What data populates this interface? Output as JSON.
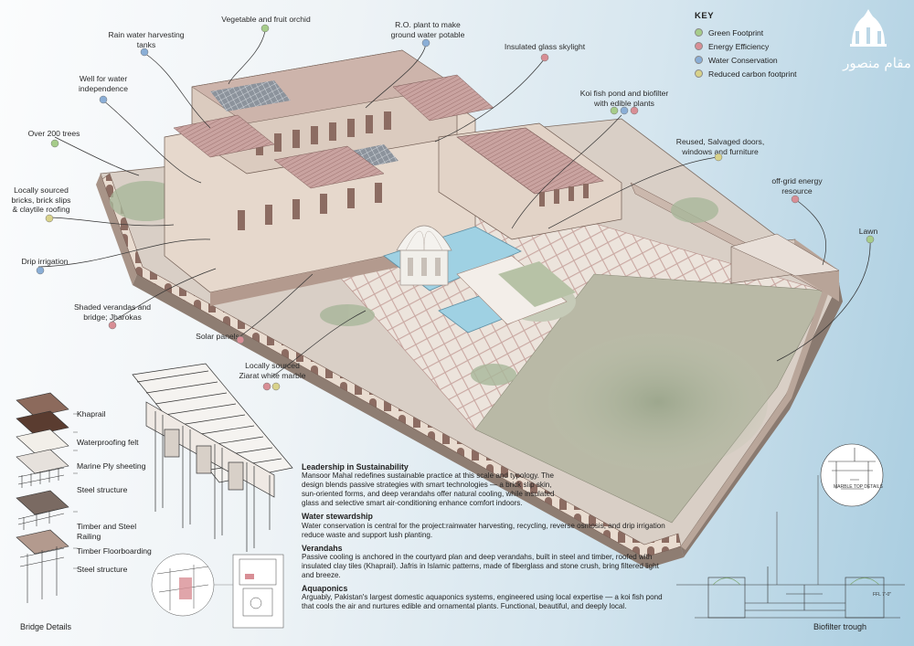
{
  "colors": {
    "green": "#a6cc8a",
    "red": "#d88e95",
    "blue": "#8aaed6",
    "yellow": "#d8d28a"
  },
  "key": {
    "title": "KEY",
    "items": [
      {
        "label": "Green Footprint",
        "color": "#a6cc8a"
      },
      {
        "label": "Energy Efficiency",
        "color": "#d88e95"
      },
      {
        "label": "Water Conservation",
        "color": "#8aaed6"
      },
      {
        "label": "Reduced carbon footprint",
        "color": "#d8d28a"
      }
    ]
  },
  "logo": {
    "text": "مقام منصور",
    "icon": "domed-pavilion-logo-icon"
  },
  "callouts": {
    "orchid": "Vegetable and fruit orchid",
    "ro_plant": "R.O. plant to make\nground water potable",
    "rain": "Rain water harvesting\ntanks",
    "skylight": "Insulated glass skylight",
    "well": "Well for water\nindependence",
    "koi": "Koi fish pond and biofilter\nwith edible plants",
    "trees": "Over 200 trees",
    "reused": "Reused, Salvaged doors,\nwindows and furniture",
    "bricks": "Locally sourced\nbricks, brick slips\n& claytile roofing",
    "offgrid": "off-grid energy\nresource",
    "lawn": "Lawn",
    "drip": "Drip irrigation",
    "verandas": "Shaded verandas and\nbridge; Jharokas",
    "solar": "Solar panels",
    "marble": "Locally sourced\nZiarat white marble"
  },
  "bridge_layers": [
    "Khaprail",
    "Waterproofing felt",
    "Marine Ply sheeting",
    "Steel structure",
    "Timber and Steel\nRailing",
    "Timber Floorboarding",
    "Steel structure"
  ],
  "captions": {
    "bridge": "Bridge Details",
    "biofilter": "Biofilter trough",
    "marble_top": "MARBLE TOP DETAILS",
    "ffl": "FFL 7'-0\""
  },
  "sections": [
    {
      "heading": "Leadership in Sustainability",
      "body": "Mansoor Mahal redefines sustainable practice at this scale and typology. The design blends passive strategies with smart technologies — a brick slip skin, sun-oriented forms, and deep verandahs offer natural cooling, while insulated glass and selective smart air-conditioning enhance comfort indoors."
    },
    {
      "heading": "Water stewardship",
      "body": "Water conservation is central for the project:rainwater harvesting, recycling, reverse osmosis, and drip irrigation reduce waste and support lush planting."
    },
    {
      "heading": "Verandahs",
      "body": "Passive cooling is anchored in the courtyard plan and deep verandahs, built in steel and timber, roofed with insulated clay tiles (Khaprail). Jafris in Islamic patterns, made of fiberglass and stone crush, bring filtered light and breeze."
    },
    {
      "heading": "Aquaponics",
      "body": "Arguably, Pakistan's largest domestic aquaponics systems, engineered using local expertise — a koi fish pond that cools the air and nurtures edible and ornamental plants. Functional, beautiful, and deeply local."
    }
  ]
}
